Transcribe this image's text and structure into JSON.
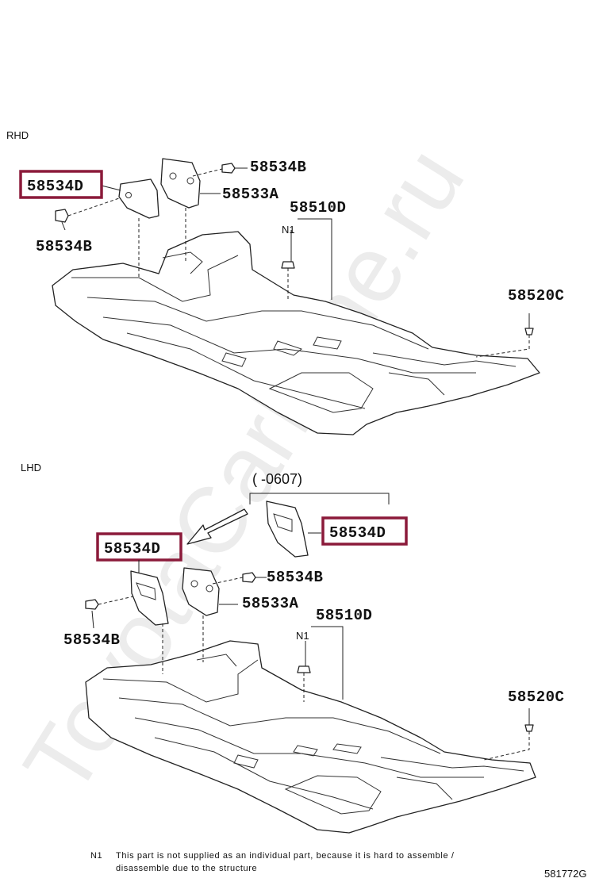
{
  "watermark": "ToyotaCarMine.ru",
  "sections": {
    "rhd": {
      "title": "RHD",
      "labels": {
        "highlighted": "58534D",
        "bolt_right": "58534B",
        "bracket": "58533A",
        "carpet": "58510D",
        "bolt_left": "58534B",
        "clip": "58520C",
        "note_ref": "N1"
      }
    },
    "lhd": {
      "title": "LHD",
      "range_note": "(      -0607)",
      "labels": {
        "highlighted_inset": "58534D",
        "highlighted": "58534D",
        "bolt_right": "58534B",
        "bracket": "58533A",
        "carpet": "58510D",
        "bolt_left": "58534B",
        "clip": "58520C",
        "note_ref": "N1"
      }
    }
  },
  "footnote": {
    "ref": "N1",
    "line1": "This part is not supplied as an individual part, because it is hard to assemble /",
    "line2": "disassemble due to the structure"
  },
  "figure_id": "581772G",
  "colors": {
    "highlight": "#8b1a3a",
    "ink": "#111111",
    "watermark": "#ececec"
  }
}
